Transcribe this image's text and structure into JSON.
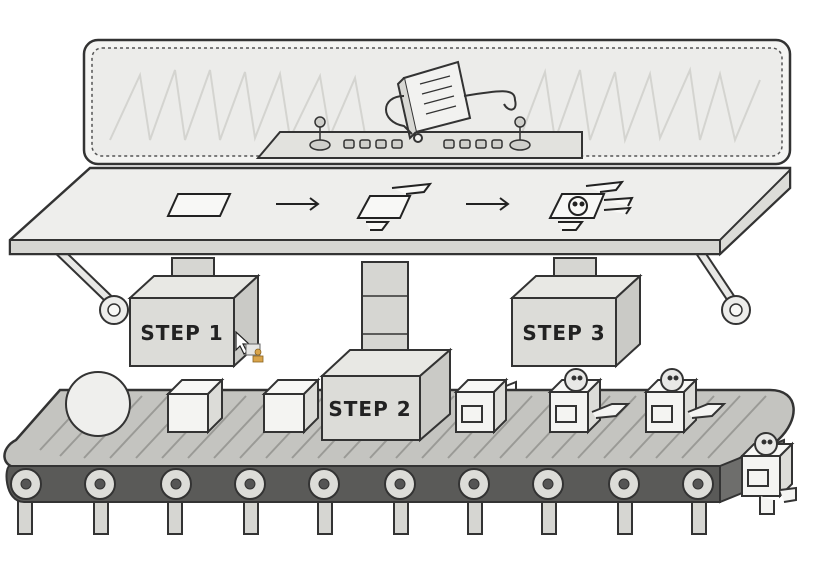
{
  "diagram": {
    "steps": [
      {
        "label": "STEP 1"
      },
      {
        "label": "STEP 2"
      },
      {
        "label": "STEP 3"
      }
    ],
    "colors": {
      "outline": "#333333",
      "panel": "#eeeeec",
      "panel_dark": "#d6d6d2",
      "shadow": "#bdbdb8",
      "belt": "#9a9a96",
      "roller": "#555555"
    },
    "icons": [
      "robot-supervisor-icon",
      "square-part-icon",
      "arrow-right-icon",
      "robot-body-icon",
      "robot-assembled-icon",
      "sphere-part-icon",
      "cube-part-icon",
      "mouse-cursor-icon"
    ]
  }
}
